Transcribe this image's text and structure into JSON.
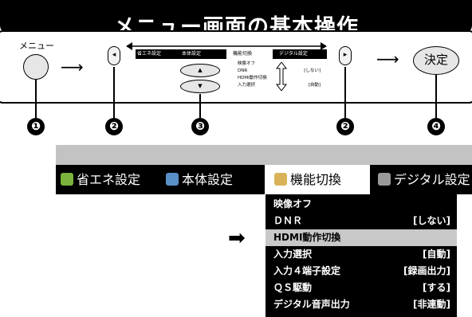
{
  "title": "メニュー画面の基本操作",
  "panel": {
    "menu_label": "メニュー",
    "left_button_glyph": "◂",
    "right_button_glyph": "▸",
    "up_glyph": "▲",
    "down_glyph": "▼",
    "enter_label": "決定",
    "arrow_glyph": "⟶",
    "mini_tabs": [
      "省エネ設定",
      "本体設定",
      "機能切換",
      "デジタル設定"
    ],
    "mini_items": [
      {
        "label": "映像オフ",
        "value": ""
      },
      {
        "label": "DNR",
        "value": "[しない]"
      },
      {
        "label": "HDMI動作切換",
        "value": ""
      },
      {
        "label": "入力選択",
        "value": "[自動]"
      }
    ]
  },
  "callouts": [
    "❶",
    "❷",
    "❸",
    "❷",
    "❹"
  ],
  "menu": {
    "tabs": [
      {
        "label": "省エネ設定",
        "icon": "leaf-icon",
        "icon_color": "#7bb33c"
      },
      {
        "label": "本体設定",
        "icon": "tv-icon",
        "icon_color": "#5b8fc7"
      },
      {
        "label": "機能切換",
        "icon": "notepad-icon",
        "icon_color": "#d8b35a"
      },
      {
        "label": "デジタル設定",
        "icon": "digital-icon",
        "icon_color": "#9a9a9a"
      }
    ],
    "active_tab": "機能切換",
    "items": [
      {
        "label": "映像オフ",
        "value": ""
      },
      {
        "label": "ＤＮＲ",
        "value": "[しない]"
      },
      {
        "label": "HDMI動作切換",
        "value": ""
      },
      {
        "label": "入力選択",
        "value": "[自動]"
      },
      {
        "label": "入力４端子設定",
        "value": "[録画出力]"
      },
      {
        "label": "ＱＳ駆動",
        "value": "[する]"
      },
      {
        "label": "デジタル音声出力",
        "value": "[非連動]"
      }
    ],
    "highlighted_item": "HDMI動作切換",
    "pointer_glyph": "➡"
  }
}
